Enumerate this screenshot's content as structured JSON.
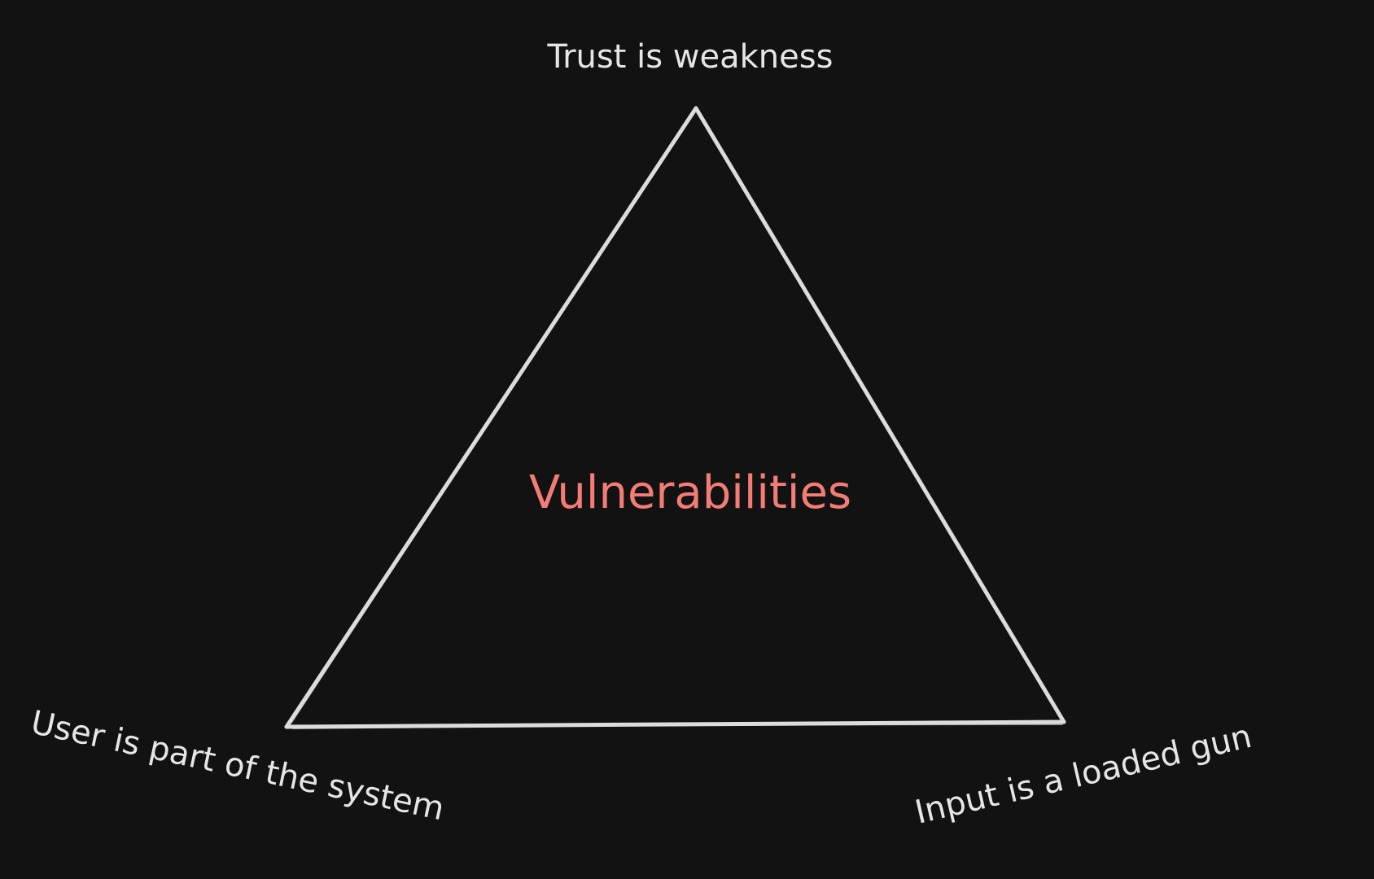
{
  "diagram": {
    "center_label": "Vulnerabilities",
    "top_label": "Trust is weakness",
    "left_label": "User is part of the system",
    "right_label": "Input is a loaded gun"
  },
  "colors": {
    "background": "#121212",
    "stroke": "#dcdcdc",
    "label": "#e6e6e6",
    "accent": "#f47c76"
  }
}
